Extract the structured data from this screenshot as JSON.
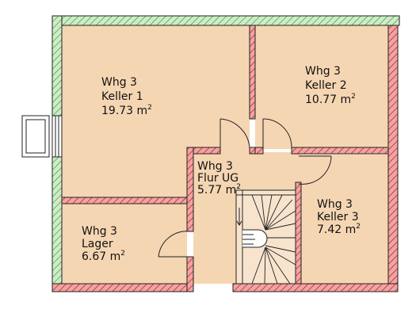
{
  "colors": {
    "room_fill": "#F5D6B3",
    "exterior_wall_fill": "#CFECC8",
    "exterior_wall_hatch": "#3F9A3F",
    "interior_wall_fill": "#F0A4A4",
    "interior_wall_hatch": "#B81818",
    "outline": "#222222",
    "door_swing": "#222222"
  },
  "rooms": [
    {
      "id": "keller1",
      "line1": "Whg 3",
      "line2": "Keller 1",
      "area": "19.73 m",
      "area_unit": "2"
    },
    {
      "id": "keller2",
      "line1": "Whg 3",
      "line2": "Keller 2",
      "area": "10.77 m",
      "area_unit": "2"
    },
    {
      "id": "flur",
      "line1": "Whg 3",
      "line2": "Flur UG",
      "area": "5.77 m",
      "area_unit": "2"
    },
    {
      "id": "keller3",
      "line1": "Whg 3",
      "line2": "Keller 3",
      "area": "7.42 m",
      "area_unit": "2"
    },
    {
      "id": "lager",
      "line1": "Whg 3",
      "line2": "Lager",
      "area": "6.67 m",
      "area_unit": "2"
    }
  ],
  "icons": {
    "staircase": "staircase-icon",
    "window": "window-icon",
    "door": "door-swing-icon"
  }
}
